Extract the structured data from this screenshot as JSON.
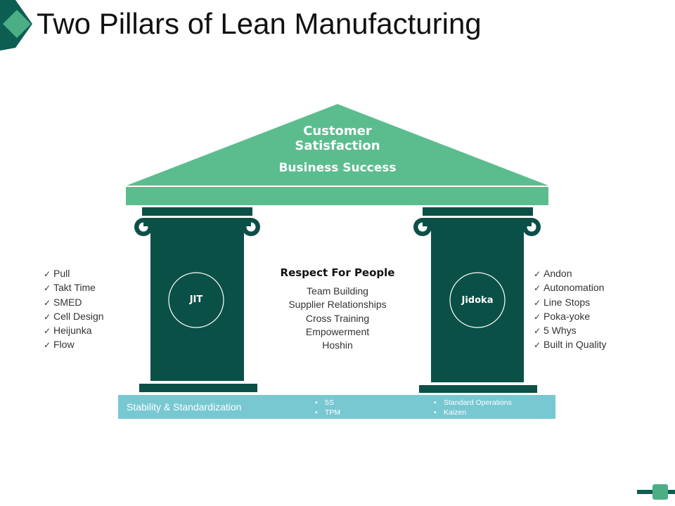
{
  "title": "Two Pillars of Lean Manufacturing",
  "roof": {
    "title_line1": "Customer",
    "title_line2": "Satisfaction",
    "subtitle": "Business Success"
  },
  "pillars": {
    "left_label": "JIT",
    "right_label": "Jidoka"
  },
  "left_list": [
    "Pull",
    "Takt Time",
    "SMED",
    "Cell Design",
    "Heijunka",
    "Flow"
  ],
  "right_list": [
    "Andon",
    "Autonomation",
    "Line Stops",
    "Poka-yoke",
    "5 Whys",
    "Built in Quality"
  ],
  "center": {
    "heading": "Respect For People",
    "items": [
      "Team Building",
      "Supplier Relationships",
      "Cross Training",
      "Empowerment",
      "Hoshin"
    ]
  },
  "base": {
    "label": "Stability & Standardization",
    "bullets_left": [
      "5S",
      "TPM"
    ],
    "bullets_right": [
      "Standard Operations",
      "Kaizen"
    ]
  },
  "colors": {
    "roof_green": "#5bbd8e",
    "pillar_dark": "#0b5047",
    "base_teal": "#78c8d2",
    "corner_teal": "#0d5e52",
    "accent_green": "#4cae84"
  }
}
